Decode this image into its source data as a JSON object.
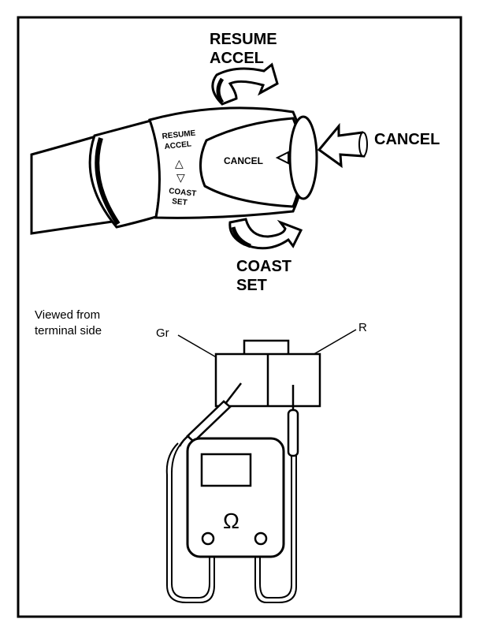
{
  "labels": {
    "resume": "RESUME",
    "accel": "ACCEL",
    "cancel": "CANCEL",
    "coast": "COAST",
    "set": "SET",
    "viewed_from": "Viewed from",
    "terminal_side": "terminal side",
    "wire_gr": "Gr",
    "wire_r": "R",
    "ohm_symbol": "Ω"
  },
  "lever_text": {
    "resume": "RESUME",
    "accel": "ACCEL",
    "coast": "COAST",
    "set": "SET",
    "cancel": "CANCEL"
  },
  "colors": {
    "ink": "#000000",
    "paper": "#ffffff"
  }
}
